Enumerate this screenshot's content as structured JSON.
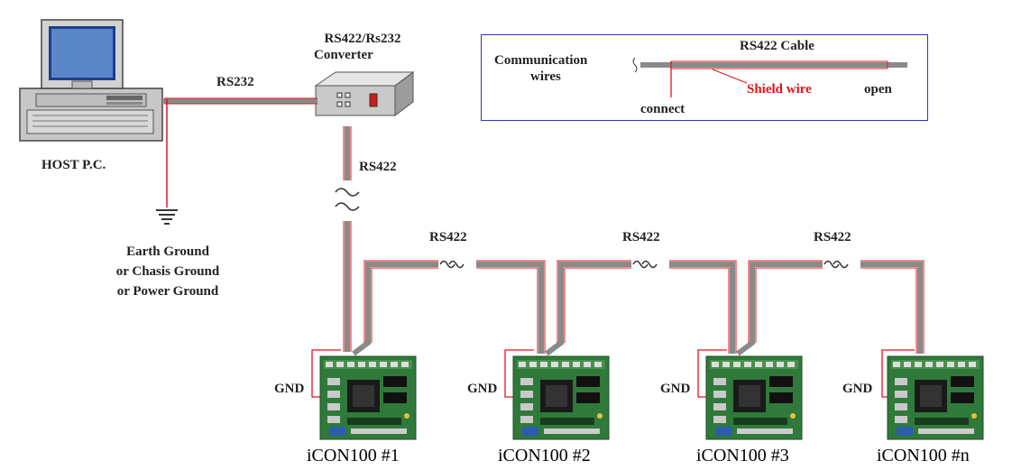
{
  "host": {
    "label": "HOST P.C.",
    "icon": "desktop-computer-icon"
  },
  "converter": {
    "line1": "RS422/Rs232",
    "line2": "Converter",
    "icon": "converter-box-icon"
  },
  "links": {
    "host_to_converter": "RS232",
    "converter_down": "RS422",
    "daisy_chain": [
      "RS422",
      "RS422",
      "RS422"
    ]
  },
  "ground": {
    "icon": "earth-ground-icon",
    "lines": [
      "Earth Ground",
      "or Chasis Ground",
      "or Power Ground"
    ]
  },
  "legend": {
    "cable_label": "RS422 Cable",
    "comm_line1": "Communication",
    "comm_line2": "wires",
    "shield_label": "Shield wire",
    "connect_label": "connect",
    "open_label": "open"
  },
  "boards": [
    {
      "name": "iCON100 #1",
      "gnd": "GND"
    },
    {
      "name": "iCON100 #2",
      "gnd": "GND"
    },
    {
      "name": "iCON100 #3",
      "gnd": "GND"
    },
    {
      "name": "iCON100 #n",
      "gnd": "GND"
    }
  ],
  "colors": {
    "cable_gray": "#8a8a8a",
    "shield_red": "#e0151b",
    "legend_border": "#3535b5",
    "board_green": "#2f7a3a"
  }
}
